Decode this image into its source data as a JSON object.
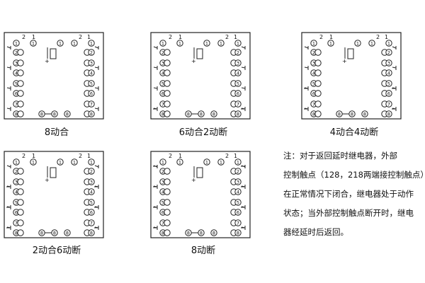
{
  "panels": [
    {
      "caption": "8动合",
      "coil_present": true,
      "pins": {
        "top_left": "1",
        "top_mid": "1",
        "top_right": "1"
      },
      "side_labels": {
        "c2a": "2",
        "c1a": "1",
        "c2b": "2",
        "c1b": "1"
      },
      "left_numbers": [
        "1",
        "2",
        "3",
        "4",
        "5",
        "6",
        "7",
        "8"
      ],
      "right_numbers": [
        "1",
        "2",
        "3",
        "4",
        "5",
        "6",
        "7",
        "8"
      ],
      "bottom_numbers": [
        "8",
        "8",
        "8"
      ]
    },
    {
      "caption": "6动合2动断",
      "coil_present": true,
      "pins": {
        "top_left": "1",
        "top_mid": "1",
        "top_right": "1"
      },
      "side_labels": {
        "c2a": "2",
        "c1a": "1",
        "c2b": "2",
        "c1b": "1"
      },
      "left_numbers": [
        "1",
        "2",
        "3",
        "4",
        "5",
        "6",
        "7",
        "8"
      ],
      "right_numbers": [
        "1",
        "2",
        "3",
        "4",
        "5",
        "6",
        "7",
        "8"
      ],
      "bottom_numbers": [
        "8",
        "8",
        "8"
      ]
    },
    {
      "caption": "4动合4动断",
      "coil_present": true,
      "pins": {
        "top_left": "1",
        "top_mid": "1",
        "top_right": "1"
      },
      "side_labels": {
        "c2a": "2",
        "c1a": "1",
        "c2b": "2",
        "c1b": "1"
      },
      "left_numbers": [
        "1",
        "2",
        "3",
        "4",
        "5",
        "6",
        "7",
        "8"
      ],
      "right_numbers": [
        "1",
        "2",
        "3",
        "4",
        "5",
        "6",
        "7",
        "8"
      ],
      "bottom_numbers": [
        "8",
        "8",
        "8"
      ]
    },
    {
      "caption": "2动合6动断",
      "coil_present": true,
      "pins": {
        "top_left": "1",
        "top_mid": "1",
        "top_right": "1"
      },
      "side_labels": {
        "c2a": "2",
        "c1a": "1",
        "c2b": "2",
        "c1b": "1"
      },
      "left_numbers": [
        "1",
        "2",
        "3",
        "4",
        "5",
        "6",
        "7",
        "8"
      ],
      "right_numbers": [
        "1",
        "2",
        "3",
        "4",
        "5",
        "6",
        "7",
        "8"
      ],
      "bottom_numbers": [
        "8",
        "8",
        "8"
      ]
    },
    {
      "caption": "8动断",
      "coil_present": true,
      "pins": {
        "top_left": "1",
        "top_mid": "1",
        "top_right": "1"
      },
      "side_labels": {
        "c2a": "2",
        "c1a": "1",
        "c2b": "2",
        "c1b": "1"
      },
      "left_numbers": [
        "1",
        "2",
        "3",
        "4",
        "5",
        "6",
        "7",
        "8"
      ],
      "right_numbers": [
        "1",
        "2",
        "3",
        "4",
        "5",
        "6",
        "7",
        "8"
      ],
      "bottom_numbers": [
        "8",
        "8",
        "8"
      ]
    }
  ],
  "note": {
    "lines": [
      "注：对于返回延时继电器，外部",
      "控制触点（128，218两端接控制触点）",
      "在正常情况下闭合，继电器处于动作",
      "状态；当外部控制触点断开时，继电",
      "器经延时后返回。"
    ]
  }
}
